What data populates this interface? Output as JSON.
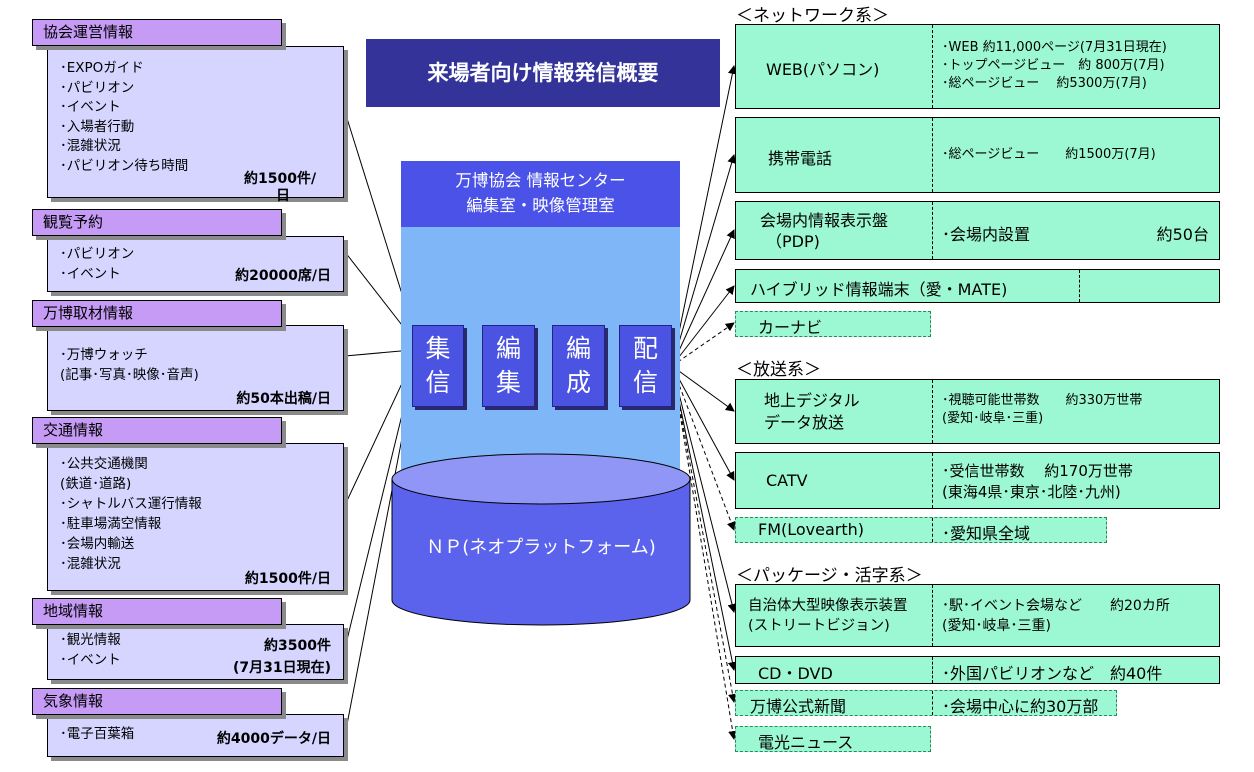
{
  "title": "来場者向け情報発信概要",
  "left_panels": [
    {
      "title": "協会運営情報",
      "items": [
        "･EXPOガイド",
        "･パビリオン",
        "･イベント",
        "･入場者行動",
        "･混雑状況",
        "･パビリオン待ち時間"
      ],
      "count_lines": [
        "約1500件/",
        "日"
      ]
    },
    {
      "title": "観覧予約",
      "items": [
        "･パビリオン",
        "･イベント"
      ],
      "count_lines": [
        "約20000席/日"
      ]
    },
    {
      "title": "万博取材情報",
      "items": [
        "･万博ウォッチ",
        "(記事･写真･映像･音声)"
      ],
      "count_lines": [
        "約50本出稿/日"
      ]
    },
    {
      "title": "交通情報",
      "items": [
        "･公共交通機関",
        "(鉄道･道路)",
        "･シャトルバス運行情報",
        "･駐車場満空情報",
        "･会場内輸送",
        "･混雑状況"
      ],
      "count_lines": [
        "約1500件/日"
      ]
    },
    {
      "title": "地域情報",
      "items": [
        "･観光情報",
        "･イベント"
      ],
      "count_lines": [
        "約3500件",
        "(7月31日現在)"
      ]
    },
    {
      "title": "気象情報",
      "items": [
        "･電子百葉箱"
      ],
      "count_lines": [
        "約4000データ/日"
      ]
    }
  ],
  "center": {
    "header_line1": "万博協会 情報センター",
    "header_line2": "編集室・映像管理室",
    "processes": [
      {
        "top": "集",
        "bottom": "信"
      },
      {
        "top": "編",
        "bottom": "集"
      },
      {
        "top": "編",
        "bottom": "成"
      },
      {
        "top": "配",
        "bottom": "信"
      }
    ],
    "platform": "ＮＰ(ネオプラットフォーム)"
  },
  "sections": {
    "network": "＜ネットワーク系＞",
    "broadcast": "＜放送系＞",
    "package": "＜パッケージ・活字系＞"
  },
  "outputs": {
    "web": {
      "label": "WEB(パソコン)",
      "details": [
        "･WEB 約11,000ページ(7月31日現在)",
        "･トップページビュー　約 800万(7月)",
        "･総ページビュー　 約5300万(7月)"
      ]
    },
    "mobile": {
      "label": "携帯電話",
      "details": [
        "･総ページビュー　　約1500万(7月)"
      ]
    },
    "pdp": {
      "label_lines": [
        "会場内情報表示盤",
        "（PDP)"
      ],
      "detail": "･会場内設置",
      "count": "約50台"
    },
    "hybrid": {
      "label": "ハイブリッド情報端末（愛・MATE)"
    },
    "carnavi": {
      "label": "カーナビ"
    },
    "digital": {
      "label_lines": [
        "地上デジタル",
        "データ放送"
      ],
      "details": [
        "･視聴可能世帯数　　約330万世帯",
        "(愛知･岐阜･三重)"
      ]
    },
    "catv": {
      "label": "CATV",
      "details": [
        "･受信世帯数　 約170万世帯",
        "(東海4県･東京･北陸･九州)"
      ]
    },
    "fm": {
      "label": "FM(Lovearth)",
      "detail": "･愛知県全域"
    },
    "vision": {
      "label_lines": [
        "自治体大型映像表示装置",
        "(ストリートビジョン)"
      ],
      "details": [
        "･駅･イベント会場など　　約20カ所",
        "(愛知･岐阜･三重)"
      ]
    },
    "cd": {
      "label": "CD・DVD",
      "detail": "･外国パビリオンなど　約40件"
    },
    "newspaper": {
      "label": "万博公式新聞",
      "detail": "･会場中心に約30万部"
    },
    "news": {
      "label": "電光ニュース"
    }
  }
}
